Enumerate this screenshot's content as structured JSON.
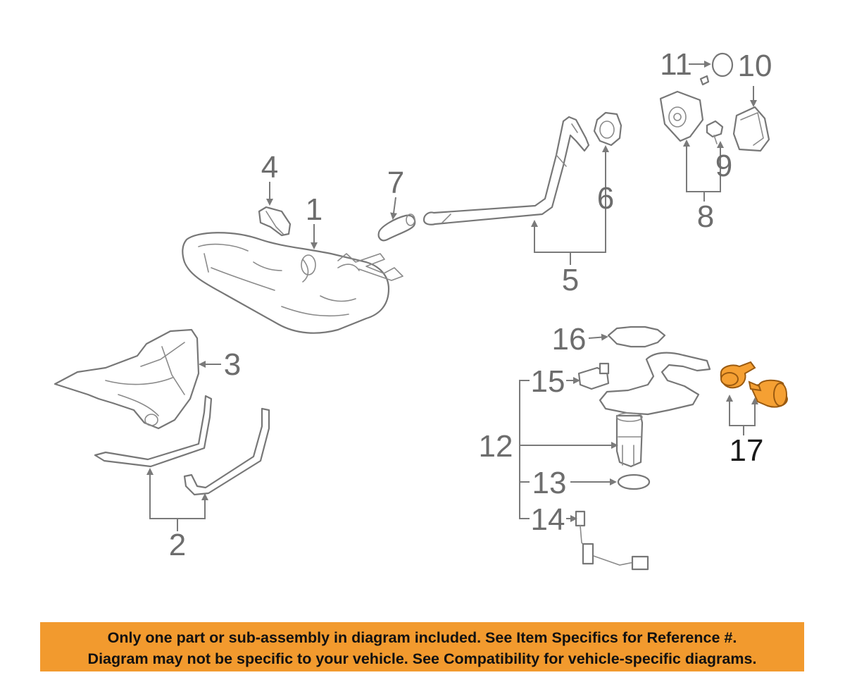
{
  "callouts": {
    "c1": "1",
    "c2": "2",
    "c3": "3",
    "c4": "4",
    "c5": "5",
    "c6": "6",
    "c7": "7",
    "c8": "8",
    "c9": "9",
    "c10": "10",
    "c11": "11",
    "c12": "12",
    "c13": "13",
    "c14": "14",
    "c15": "15",
    "c16": "16",
    "c17": "17"
  },
  "highlight": {
    "part": "17",
    "color": "#f5a033"
  },
  "banner": {
    "line1": "Only one part or sub-assembly in diagram included. See Item Specifics for Reference #.",
    "line2": "Diagram may not be specific to your vehicle. See Compatibility for vehicle-specific diagrams.",
    "background": "#f29a2e"
  }
}
